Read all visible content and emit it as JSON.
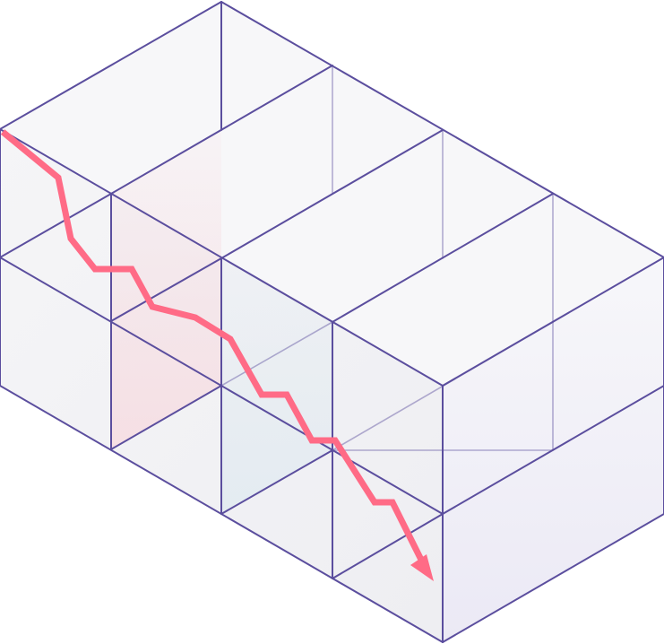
{
  "diagram": {
    "kind": "isometric-grid-box-with-downward-trend-arrow",
    "grid": {
      "columns": 4,
      "rows": 2,
      "depth": 1
    },
    "colors": {
      "edge": "#5b4e9e",
      "trend_line": "#ff6b86",
      "face_top": "#f7f7f9",
      "face_side": "#f1f1f5",
      "face_front": "#eeedf6",
      "tint_pink": "#f6dde2",
      "tint_blue": "#e3ebf1"
    },
    "icon": "downward-zigzag-arrow"
  }
}
